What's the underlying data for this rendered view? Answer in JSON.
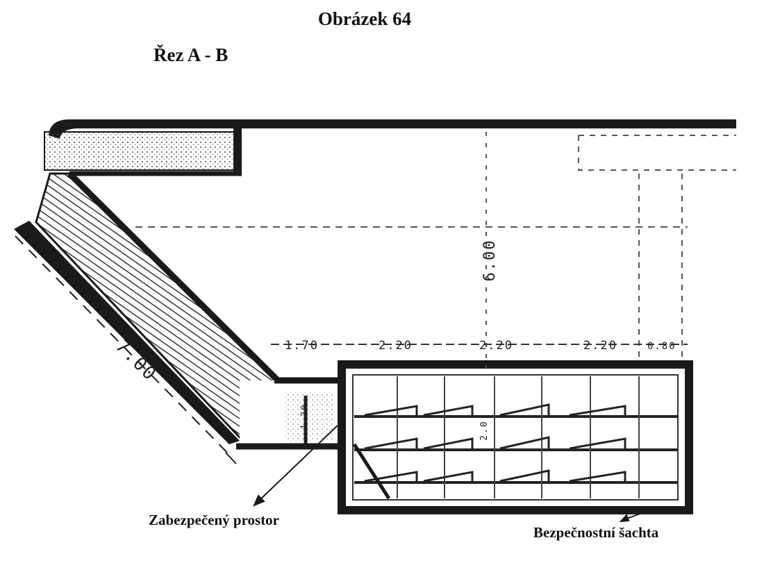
{
  "figure": {
    "title": "Obrázek 64",
    "subtitle": "Řez A - B"
  },
  "labels": {
    "protected_space": "Zabezpečený prostor",
    "safety_shaft": "Bezpečnostní šachta"
  },
  "dimensions": {
    "height": "6.00",
    "stair_length": "7.00",
    "stair_landing": "1.70",
    "bay_1": "2.20",
    "bay_2": "2.20",
    "bay_3": "2.20",
    "end": "0.80",
    "passage": "1.20",
    "bench": "2.0"
  },
  "colors": {
    "ink": "#1a1a1a",
    "paper": "#ffffff",
    "hatch": "#555555"
  }
}
